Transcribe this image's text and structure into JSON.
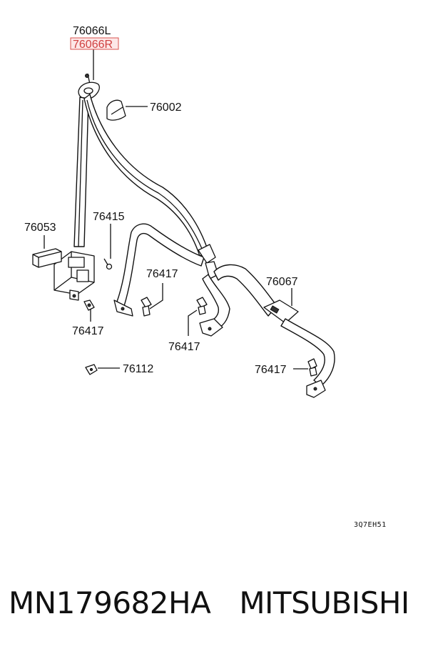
{
  "diagram": {
    "labels": {
      "p76066l": "76066L",
      "p76066r": "76066R",
      "p76002": "76002",
      "p76053": "76053",
      "p76415": "76415",
      "p76417_a": "76417",
      "p76417_b": "76417",
      "p76417_c": "76417",
      "p76417_d": "76417",
      "p76067": "76067",
      "p76112": "76112"
    },
    "drawing_code": "3Q7EH51",
    "highlight_color": "#d04040"
  },
  "footer": {
    "part_number": "MN179682HA",
    "brand": "MITSUBISHI"
  }
}
